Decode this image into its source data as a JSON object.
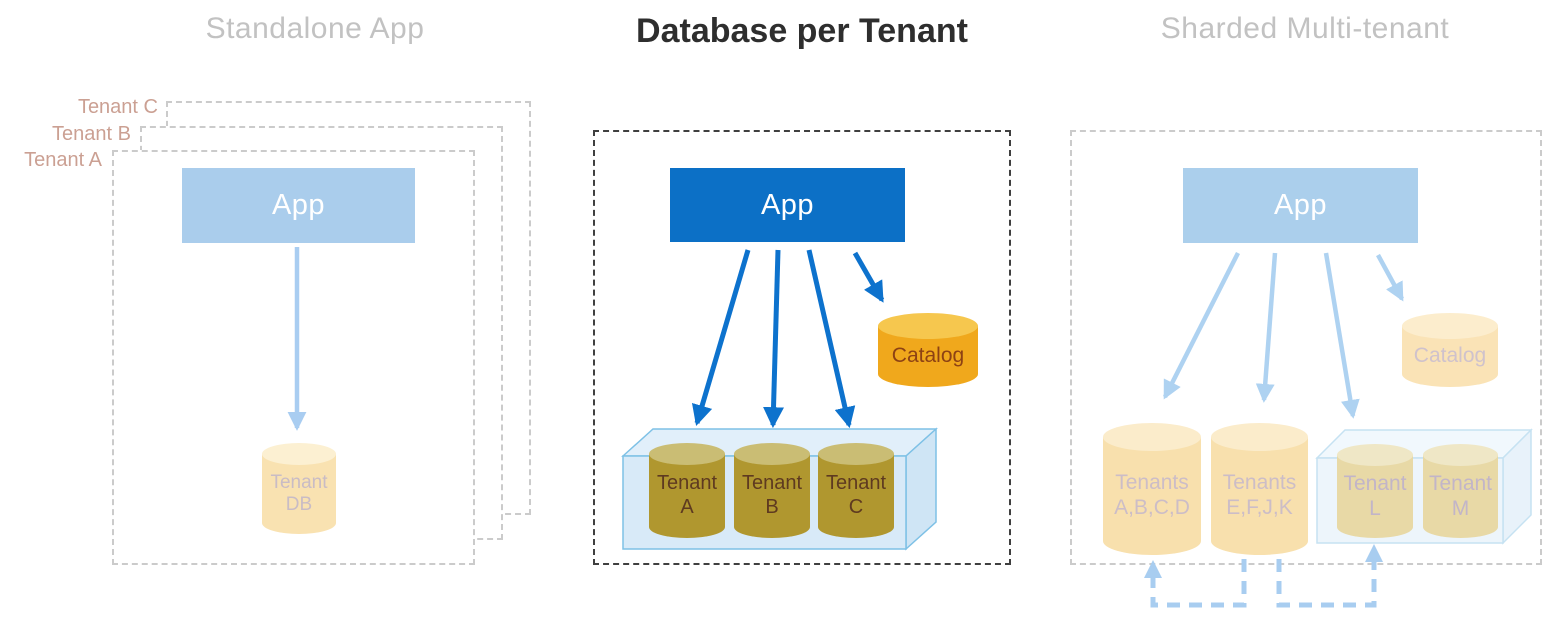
{
  "panels": [
    {
      "title": "Standalone App",
      "tenant_frames": [
        "Tenant C",
        "Tenant B",
        "Tenant A"
      ],
      "app_label": "App",
      "database": {
        "line1": "Tenant",
        "line2": "DB"
      }
    },
    {
      "title": "Database per Tenant",
      "app_label": "App",
      "catalog_label": "Catalog",
      "databases": [
        {
          "line1": "Tenant",
          "line2": "A"
        },
        {
          "line1": "Tenant",
          "line2": "B"
        },
        {
          "line1": "Tenant",
          "line2": "C"
        }
      ]
    },
    {
      "title": "Sharded Multi-tenant",
      "app_label": "App",
      "catalog_label": "Catalog",
      "shard_databases": [
        {
          "line1": "Tenants",
          "line2": "A,B,C,D"
        },
        {
          "line1": "Tenants",
          "line2": "E,F,J,K"
        }
      ],
      "pooled_databases": [
        {
          "line1": "Tenant",
          "line2": "L"
        },
        {
          "line1": "Tenant",
          "line2": "M"
        }
      ]
    }
  ],
  "colors": {
    "primary_blue": "#0c70c6",
    "arrow_blue": "#0d72cd",
    "faded_app_blue": "#abcfec",
    "faded_arrow_blue": "#aed2f1",
    "dashed_move_arrow_blue": "#a8cdf0",
    "catalog_orange": "#f0a81c",
    "tenant_db_gold": "#b0972f",
    "faded_db_yellow": "#f8e0ad",
    "pool_fill_blue": "#d8eaf8",
    "tenant_frame_label_rose": "#cba093",
    "inactive_title_gray": "#c2c2c2",
    "active_title_black": "#2e2e2e"
  }
}
